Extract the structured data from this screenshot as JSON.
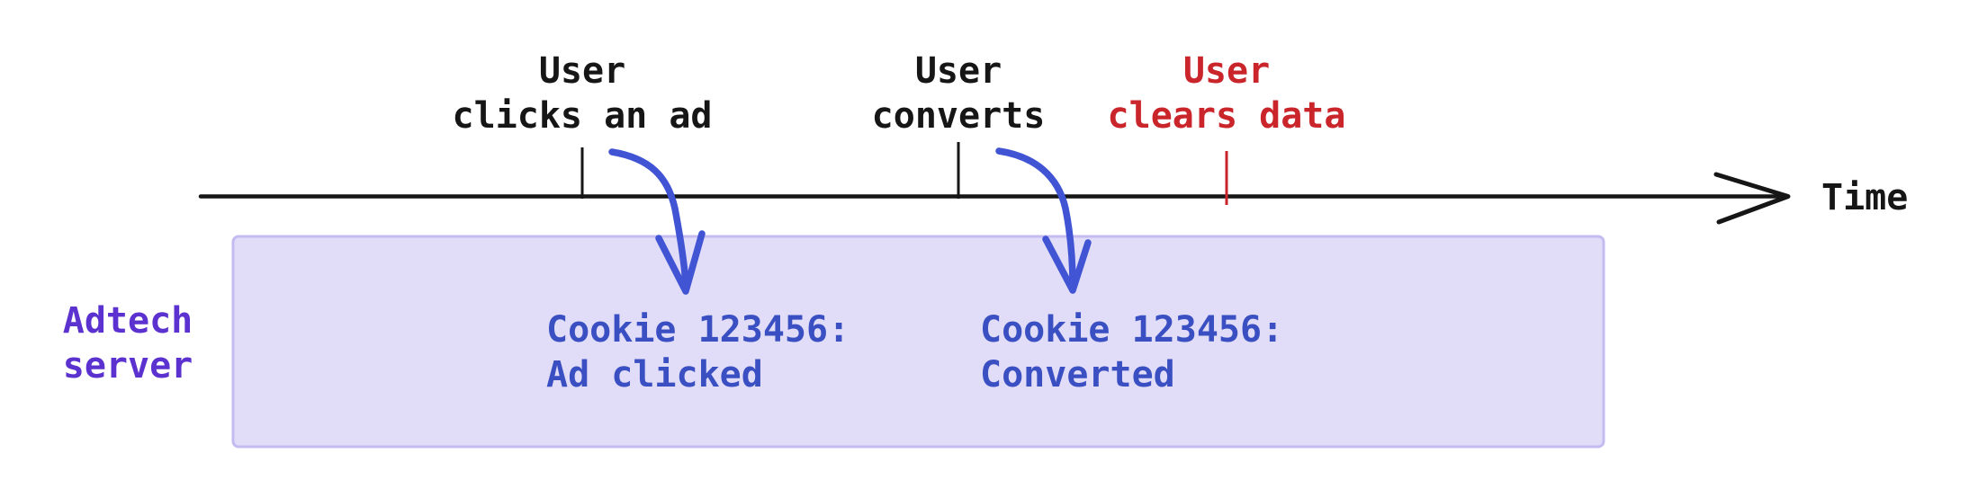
{
  "colors": {
    "black": "#161616",
    "red": "#c9252b",
    "blue_text": "#3a50c2",
    "blue_arrow": "#4054d4",
    "purple": "#5b32cf",
    "box_fill": "#e1dcf8",
    "box_border": "#c5bbf1"
  },
  "timeline": {
    "axis_label": "Time",
    "events": [
      {
        "lines": [
          "User",
          "clicks an ad"
        ]
      },
      {
        "lines": [
          "User",
          "converts"
        ]
      },
      {
        "lines": [
          "User",
          "clears data"
        ]
      }
    ]
  },
  "server": {
    "label_lines": [
      "Adtech",
      "server"
    ],
    "records": [
      {
        "lines": [
          "Cookie 123456:",
          "Ad clicked"
        ]
      },
      {
        "lines": [
          "Cookie 123456:",
          "Converted"
        ]
      }
    ]
  }
}
